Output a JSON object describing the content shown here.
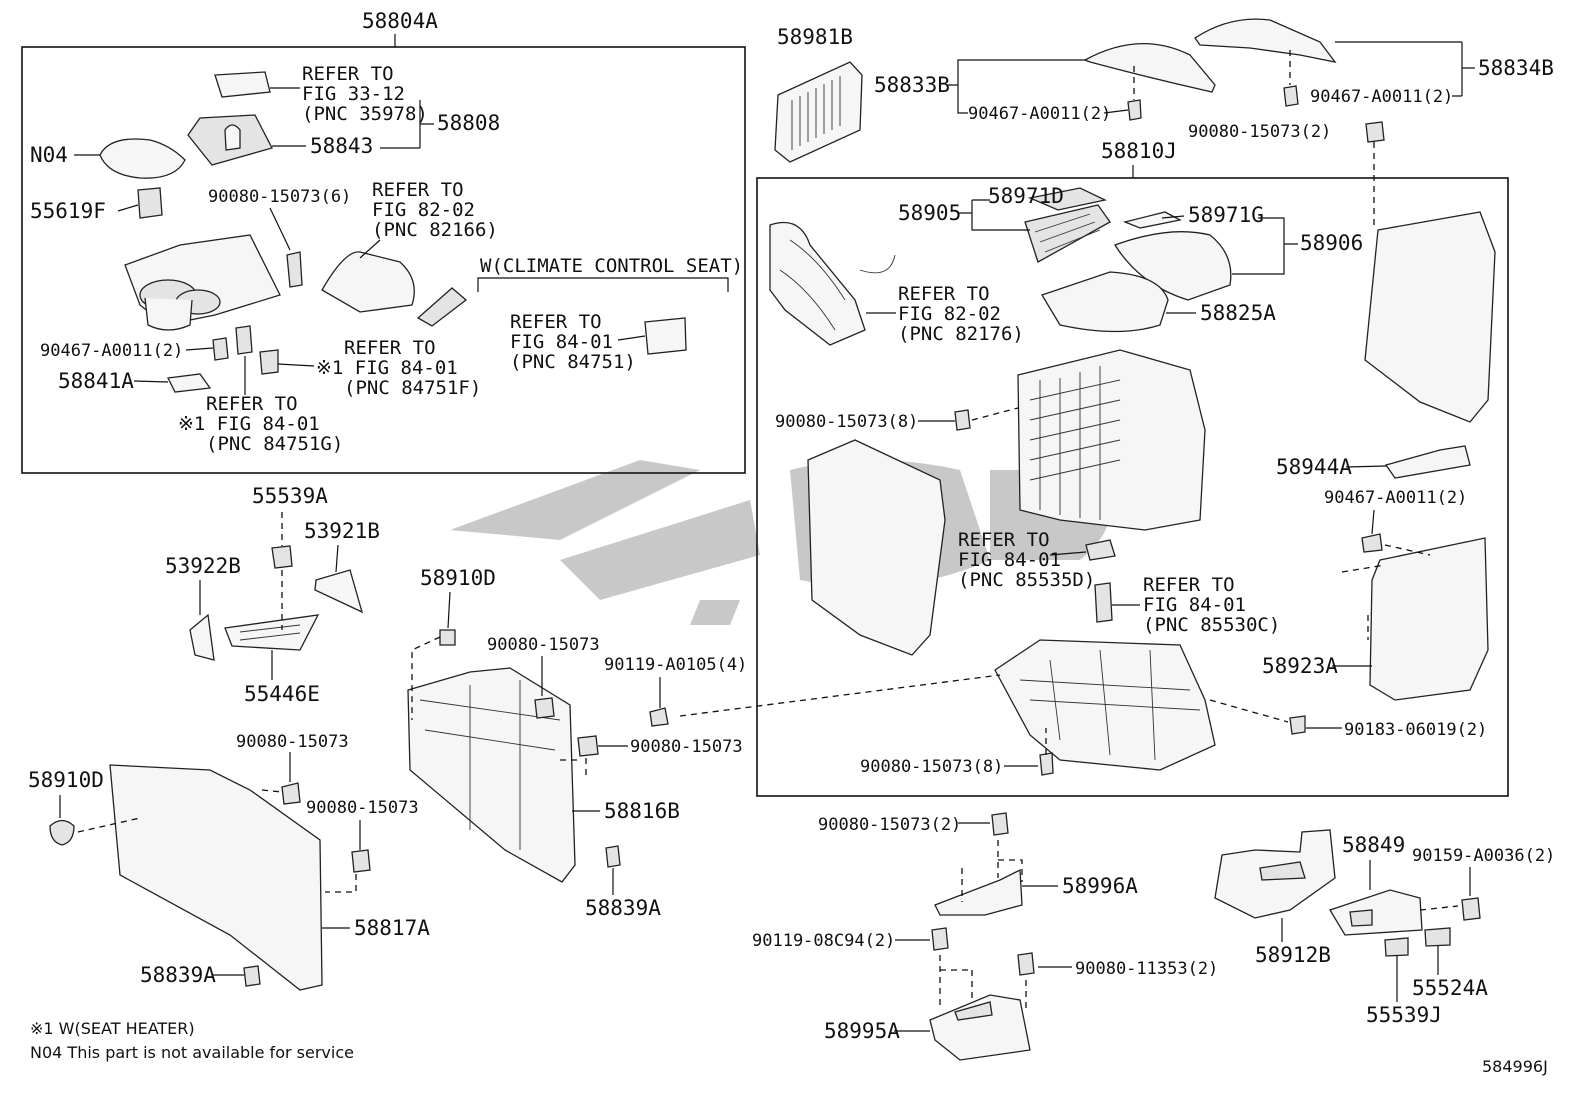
{
  "diagram_id": "584996J",
  "groups": {
    "shift_panel": "58804A",
    "box_assembly": "58810J",
    "climate_seat_condition": "W(CLIMATE CONTROL SEAT)"
  },
  "labels": {
    "p58808": "58808",
    "p58843": "58843",
    "n04": "N04",
    "p55619f": "55619F",
    "p90080_6": "90080-15073(6)",
    "p90467_left": "90467-A0011(2)",
    "p58841a": "58841A",
    "p58981b": "58981B",
    "p58833b": "58833B",
    "p90467_top": "90467-A0011(2)",
    "p58834b": "58834B",
    "p90467_right": "90467-A0011(2)",
    "p90080_2_top": "90080-15073(2)",
    "p58905": "58905",
    "p58971d": "58971D",
    "p58971g": "58971G",
    "p58906": "58906",
    "p58825a": "58825A",
    "p90080_8_a": "90080-15073(8)",
    "p58944a": "58944A",
    "p90467_mid": "90467-A0011(2)",
    "p58923a": "58923A",
    "p90183": "90183-06019(2)",
    "p90080_8_b": "90080-15073(8)",
    "p90119_a0105": "90119-A0105(4)",
    "p55539a": "55539A",
    "p53921b": "53921B",
    "p53922b": "53922B",
    "p55446e": "55446E",
    "p58910d_mid": "58910D",
    "p90080_mid1": "90080-15073",
    "p90080_mid2": "90080-15073",
    "p58816b": "58816B",
    "p58839a_mid": "58839A",
    "p90080_low1": "90080-15073",
    "p58910d_left": "58910D",
    "p90080_low2": "90080-15073",
    "p58817a": "58817A",
    "p58839a_left": "58839A",
    "p90080_2_low": "90080-15073(2)",
    "p58996a": "58996A",
    "p90119_08c94": "90119-08C94(2)",
    "p90080_11353": "90080-11353(2)",
    "p58995a": "58995A",
    "p58849": "58849",
    "p90159": "90159-A0036(2)",
    "p58912b": "58912B",
    "p55524a": "55524A",
    "p55539j": "55539J"
  },
  "refers": {
    "r1": [
      "REFER TO",
      "FIG 33-12",
      "(PNC 35978)"
    ],
    "r2": [
      "REFER TO",
      "FIG 82-02",
      "(PNC 82166)"
    ],
    "r3": [
      "REFER TO",
      "FIG 84-01",
      "(PNC 84751)"
    ],
    "r4": [
      "REFER TO",
      "※1 FIG 84-01",
      "(PNC 84751F)"
    ],
    "r5": [
      "REFER TO",
      "※1 FIG 84-01",
      "(PNC 84751G)"
    ],
    "r6": [
      "REFER TO",
      "FIG 82-02",
      "(PNC 82176)"
    ],
    "r7": [
      "REFER TO",
      "FIG 84-01",
      "(PNC 85535D)"
    ],
    "r8": [
      "REFER TO",
      "FIG 84-01",
      "(PNC 85530C)"
    ]
  },
  "footnotes": {
    "note1": "※1 W(SEAT HEATER)",
    "note2": "N04  This part is not available for service"
  }
}
